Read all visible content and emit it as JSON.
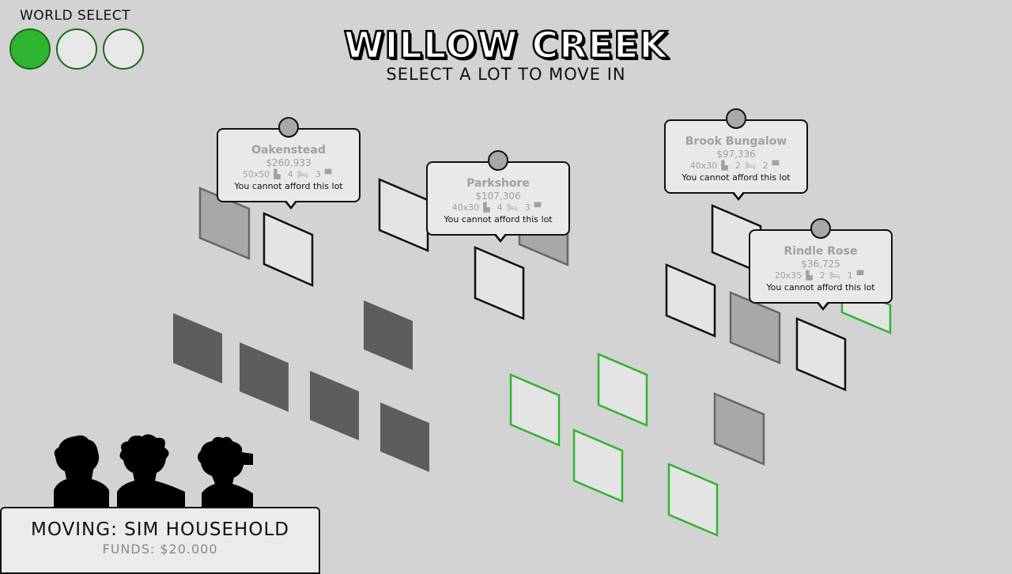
{
  "world_select": {
    "label": "WORLD SELECT",
    "worlds": [
      {
        "active": true
      },
      {
        "active": false
      },
      {
        "active": false
      }
    ]
  },
  "header": {
    "title": "WILLOW CREEK",
    "subtitle": "SELECT A LOT TO MOVE IN"
  },
  "tooltips": [
    {
      "name": "Oakenstead",
      "price": "$260,933",
      "size": "50x50",
      "beds": "4",
      "baths": "3",
      "warning": "You cannot afford this lot"
    },
    {
      "name": "Parkshore",
      "price": "$107,306",
      "size": "40x30",
      "beds": "4",
      "baths": "3",
      "warning": "You cannot afford this lot"
    },
    {
      "name": "Brook Bungalow",
      "price": "$97,336",
      "size": "40x30",
      "beds": "2",
      "baths": "2",
      "warning": "You cannot afford this lot"
    },
    {
      "name": "Rindle Rose",
      "price": "$36,725",
      "size": "20x35",
      "beds": "2",
      "baths": "1",
      "warning": "You cannot afford this lot"
    }
  ],
  "lot_colors": {
    "available_border": "#2fb52f",
    "owned_fill": "#5d5d5d",
    "occupied_fill": "#a8a8a8",
    "empty_fill": "#e4e4e4"
  },
  "household": {
    "moving": "MOVING: SIM HOUSEHOLD",
    "funds": "FUNDS: $20.000"
  },
  "icons": {
    "size": "ruler-icon",
    "beds": "bed-icon",
    "baths": "toilet-icon"
  }
}
